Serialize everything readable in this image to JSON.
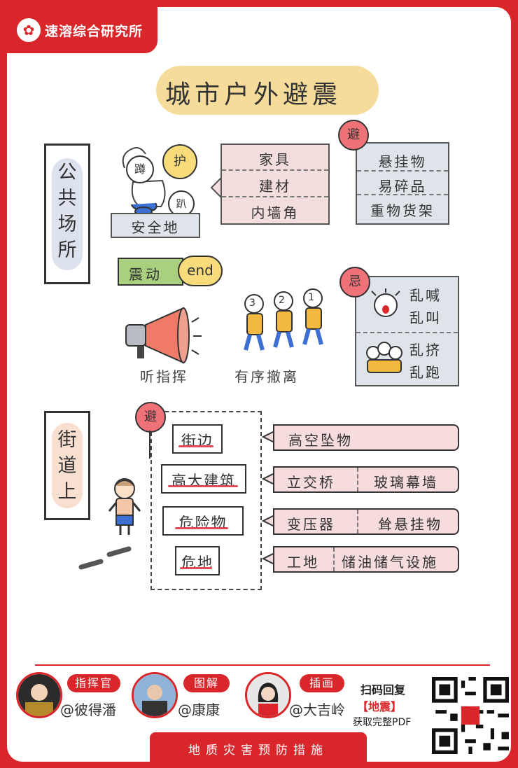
{
  "brand": {
    "name": "速溶综合研究所",
    "logo_icon": "flame-book-icon"
  },
  "title": "城市户外避震",
  "public": {
    "heading_chars": [
      "公",
      "共",
      "场",
      "所"
    ],
    "bubble_squat": "蹲",
    "bubble_protect": "护",
    "bubble_lie": "趴",
    "safe_spot": "安全地",
    "near_items": [
      "家具",
      "建材",
      "内墙角"
    ],
    "avoid_badge": "避",
    "avoid_items": [
      "悬挂物",
      "易碎品",
      "重物货架"
    ],
    "quake_label": "震动",
    "end_label": "end",
    "listen": "听指挥",
    "orderly": "有序撤离",
    "count_marks": [
      "3",
      "2",
      "1"
    ],
    "taboo_badge": "忌",
    "taboo_top": [
      "乱喊",
      "乱叫"
    ],
    "taboo_bottom": [
      "乱挤",
      "乱跑"
    ]
  },
  "street": {
    "heading_chars": [
      "街",
      "道",
      "上"
    ],
    "avoid_badge": "避",
    "items": [
      {
        "label": "街边",
        "examples": [
          "高空坠物"
        ]
      },
      {
        "label": "高大建筑",
        "examples": [
          "立交桥",
          "玻璃幕墙"
        ]
      },
      {
        "label": "危险物",
        "examples": [
          "变压器",
          "耸悬挂物"
        ]
      },
      {
        "label": "危地",
        "examples": [
          "工地",
          "储油储气设施"
        ]
      }
    ]
  },
  "credits": [
    {
      "role": "指挥官",
      "handle": "@彼得潘"
    },
    {
      "role": "图解",
      "handle": "@康康"
    },
    {
      "role": "插画",
      "handle": "@大吉岭"
    }
  ],
  "scan": {
    "line1": "扫码回复",
    "keyword": "【地震】",
    "line2": "获取完整PDF"
  },
  "footer": "地质灾害预防措施",
  "colors": {
    "red": "#d9262b",
    "pink": "#ee7278",
    "tag_pink": "#f4dddd",
    "slate": "#dfe3ea",
    "yellow": "#f6dc9a",
    "green": "#a9d07e"
  }
}
